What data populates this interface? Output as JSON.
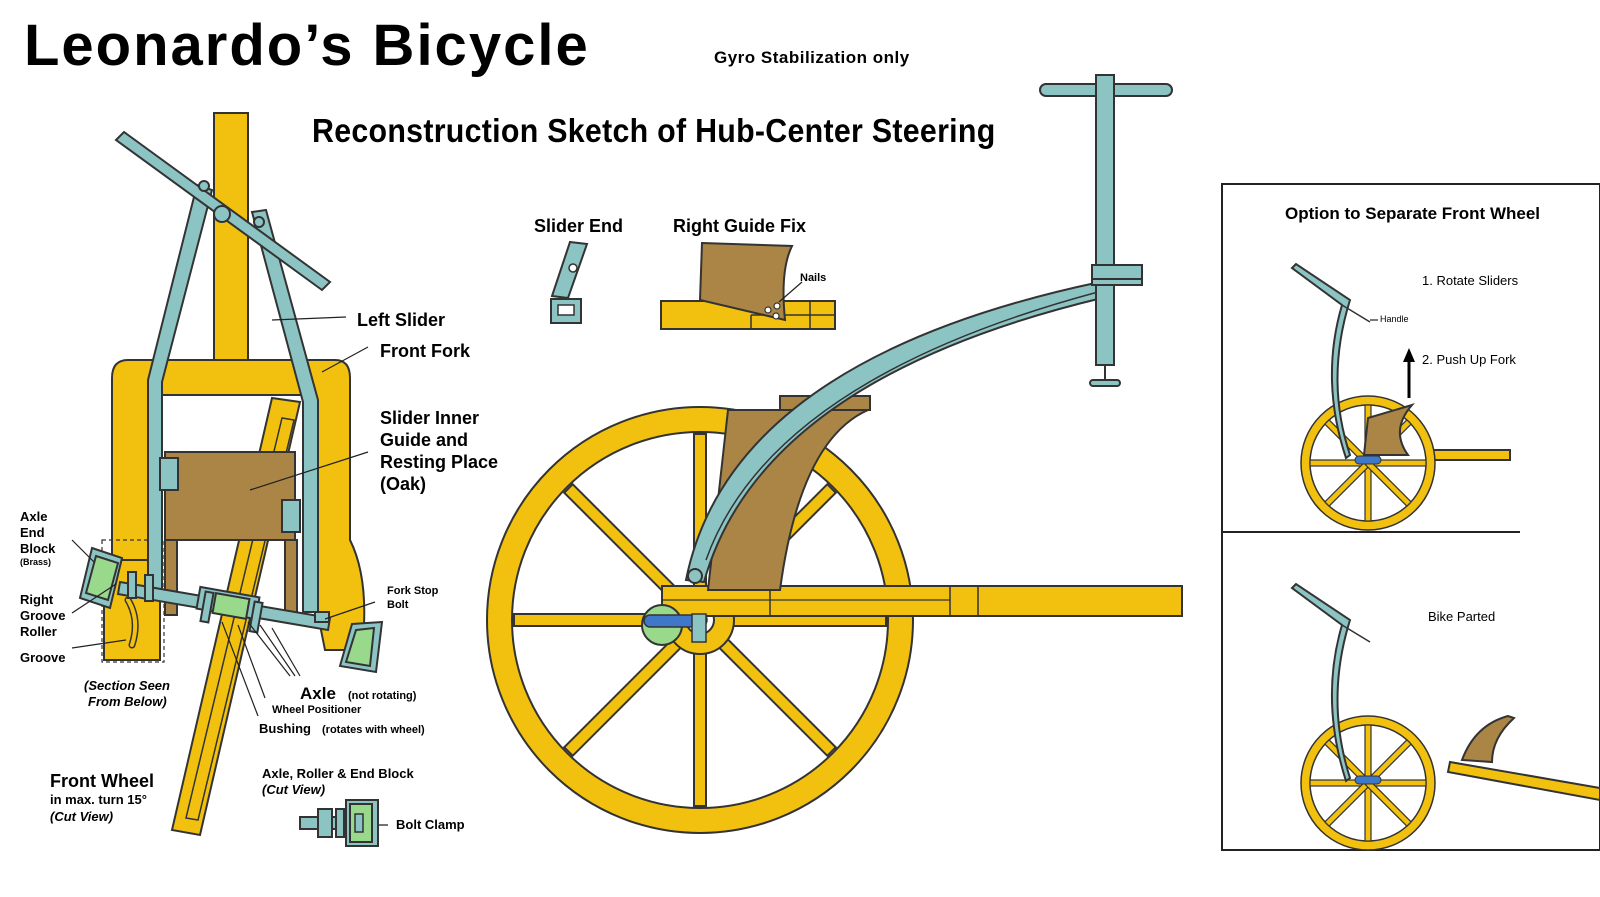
{
  "header": {
    "title": "Leonardo’s  Bicycle",
    "subtitle": "Gyro Stabilization only",
    "sketch_title": "Reconstruction Sketch of Hub-Center Steering"
  },
  "labels": {
    "left_slider": "Left Slider",
    "front_fork": "Front Fork",
    "slider_inner_1": "Slider Inner",
    "slider_inner_2": "Guide and",
    "slider_inner_3": "Resting Place",
    "slider_inner_4": "(Oak)",
    "axle_end_1": "Axle",
    "axle_end_2": "End",
    "axle_end_3": "Block",
    "axle_end_brass": "(Brass)",
    "right_groove_1": "Right",
    "right_groove_2": "Groove",
    "right_groove_3": "Roller",
    "groove": "Groove",
    "section_1": "(Section Seen",
    "section_2": "From Below)",
    "fork_stop_1": "Fork Stop",
    "fork_stop_2": "Bolt",
    "axle": "Axle",
    "axle_note": "(not rotating)",
    "wheel_positioner": "Wheel Positioner",
    "bushing": "Bushing",
    "bushing_note": "(rotates with wheel)",
    "front_wheel": "Front Wheel",
    "front_wheel_turn": "in max. turn 15°",
    "front_wheel_cut": "(Cut View)",
    "axle_roller_end": "Axle, Roller & End Block",
    "axle_roller_cut": "(Cut View)",
    "bolt_clamp": "Bolt Clamp",
    "slider_end": "Slider End",
    "right_guide_fix": "Right Guide Fix",
    "nails": "Nails"
  },
  "panel": {
    "title": "Option to Separate Front Wheel",
    "step1": "1. Rotate Sliders",
    "handle": "Handle",
    "step2": "2. Push Up Fork",
    "parted": "Bike Parted"
  },
  "colors": {
    "wood_yellow": "#F2C10F",
    "teal_metal": "#8CC4C4",
    "oak_brown": "#AB8546",
    "brass_green": "#99D98C",
    "outline": "#2b2b2b",
    "bolt_blue": "#3F78C8"
  },
  "icons": {
    "arrow": "up-arrow-icon"
  }
}
